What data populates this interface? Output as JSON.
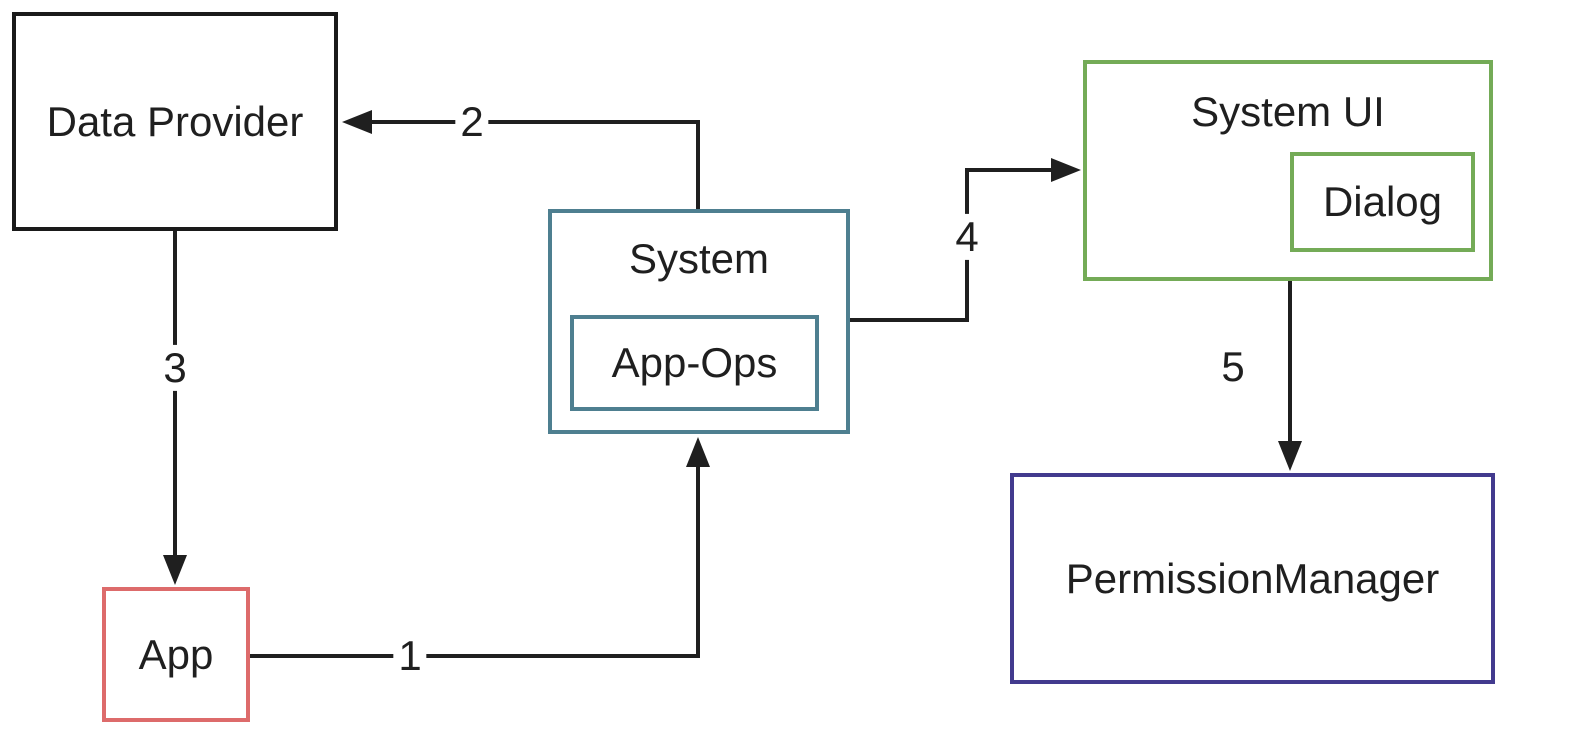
{
  "diagram": {
    "type": "flow-diagram",
    "nodes": {
      "data_provider": {
        "label": "Data Provider",
        "border_color": "#1a1a1a"
      },
      "app": {
        "label": "App",
        "border_color": "#dd6b6b"
      },
      "system": {
        "label": "System",
        "border_color": "#4e7f90"
      },
      "app_ops": {
        "label": "App-Ops",
        "border_color": "#4e7f90",
        "parent": "system"
      },
      "system_ui": {
        "label": "System UI",
        "border_color": "#74ab57"
      },
      "dialog": {
        "label": "Dialog",
        "border_color": "#74ab57",
        "parent": "system_ui"
      },
      "permission_manager": {
        "label": "PermissionManager",
        "border_color": "#423a8e"
      }
    },
    "edges": [
      {
        "label": "1",
        "from": "app",
        "to": "system"
      },
      {
        "label": "2",
        "from": "system",
        "to": "data_provider"
      },
      {
        "label": "3",
        "from": "data_provider",
        "to": "app"
      },
      {
        "label": "4",
        "from": "system",
        "to": "system_ui"
      },
      {
        "label": "5",
        "from": "system_ui",
        "to": "permission_manager"
      }
    ],
    "line_color": "#1f1f1f",
    "background_color": "#ffffff"
  }
}
